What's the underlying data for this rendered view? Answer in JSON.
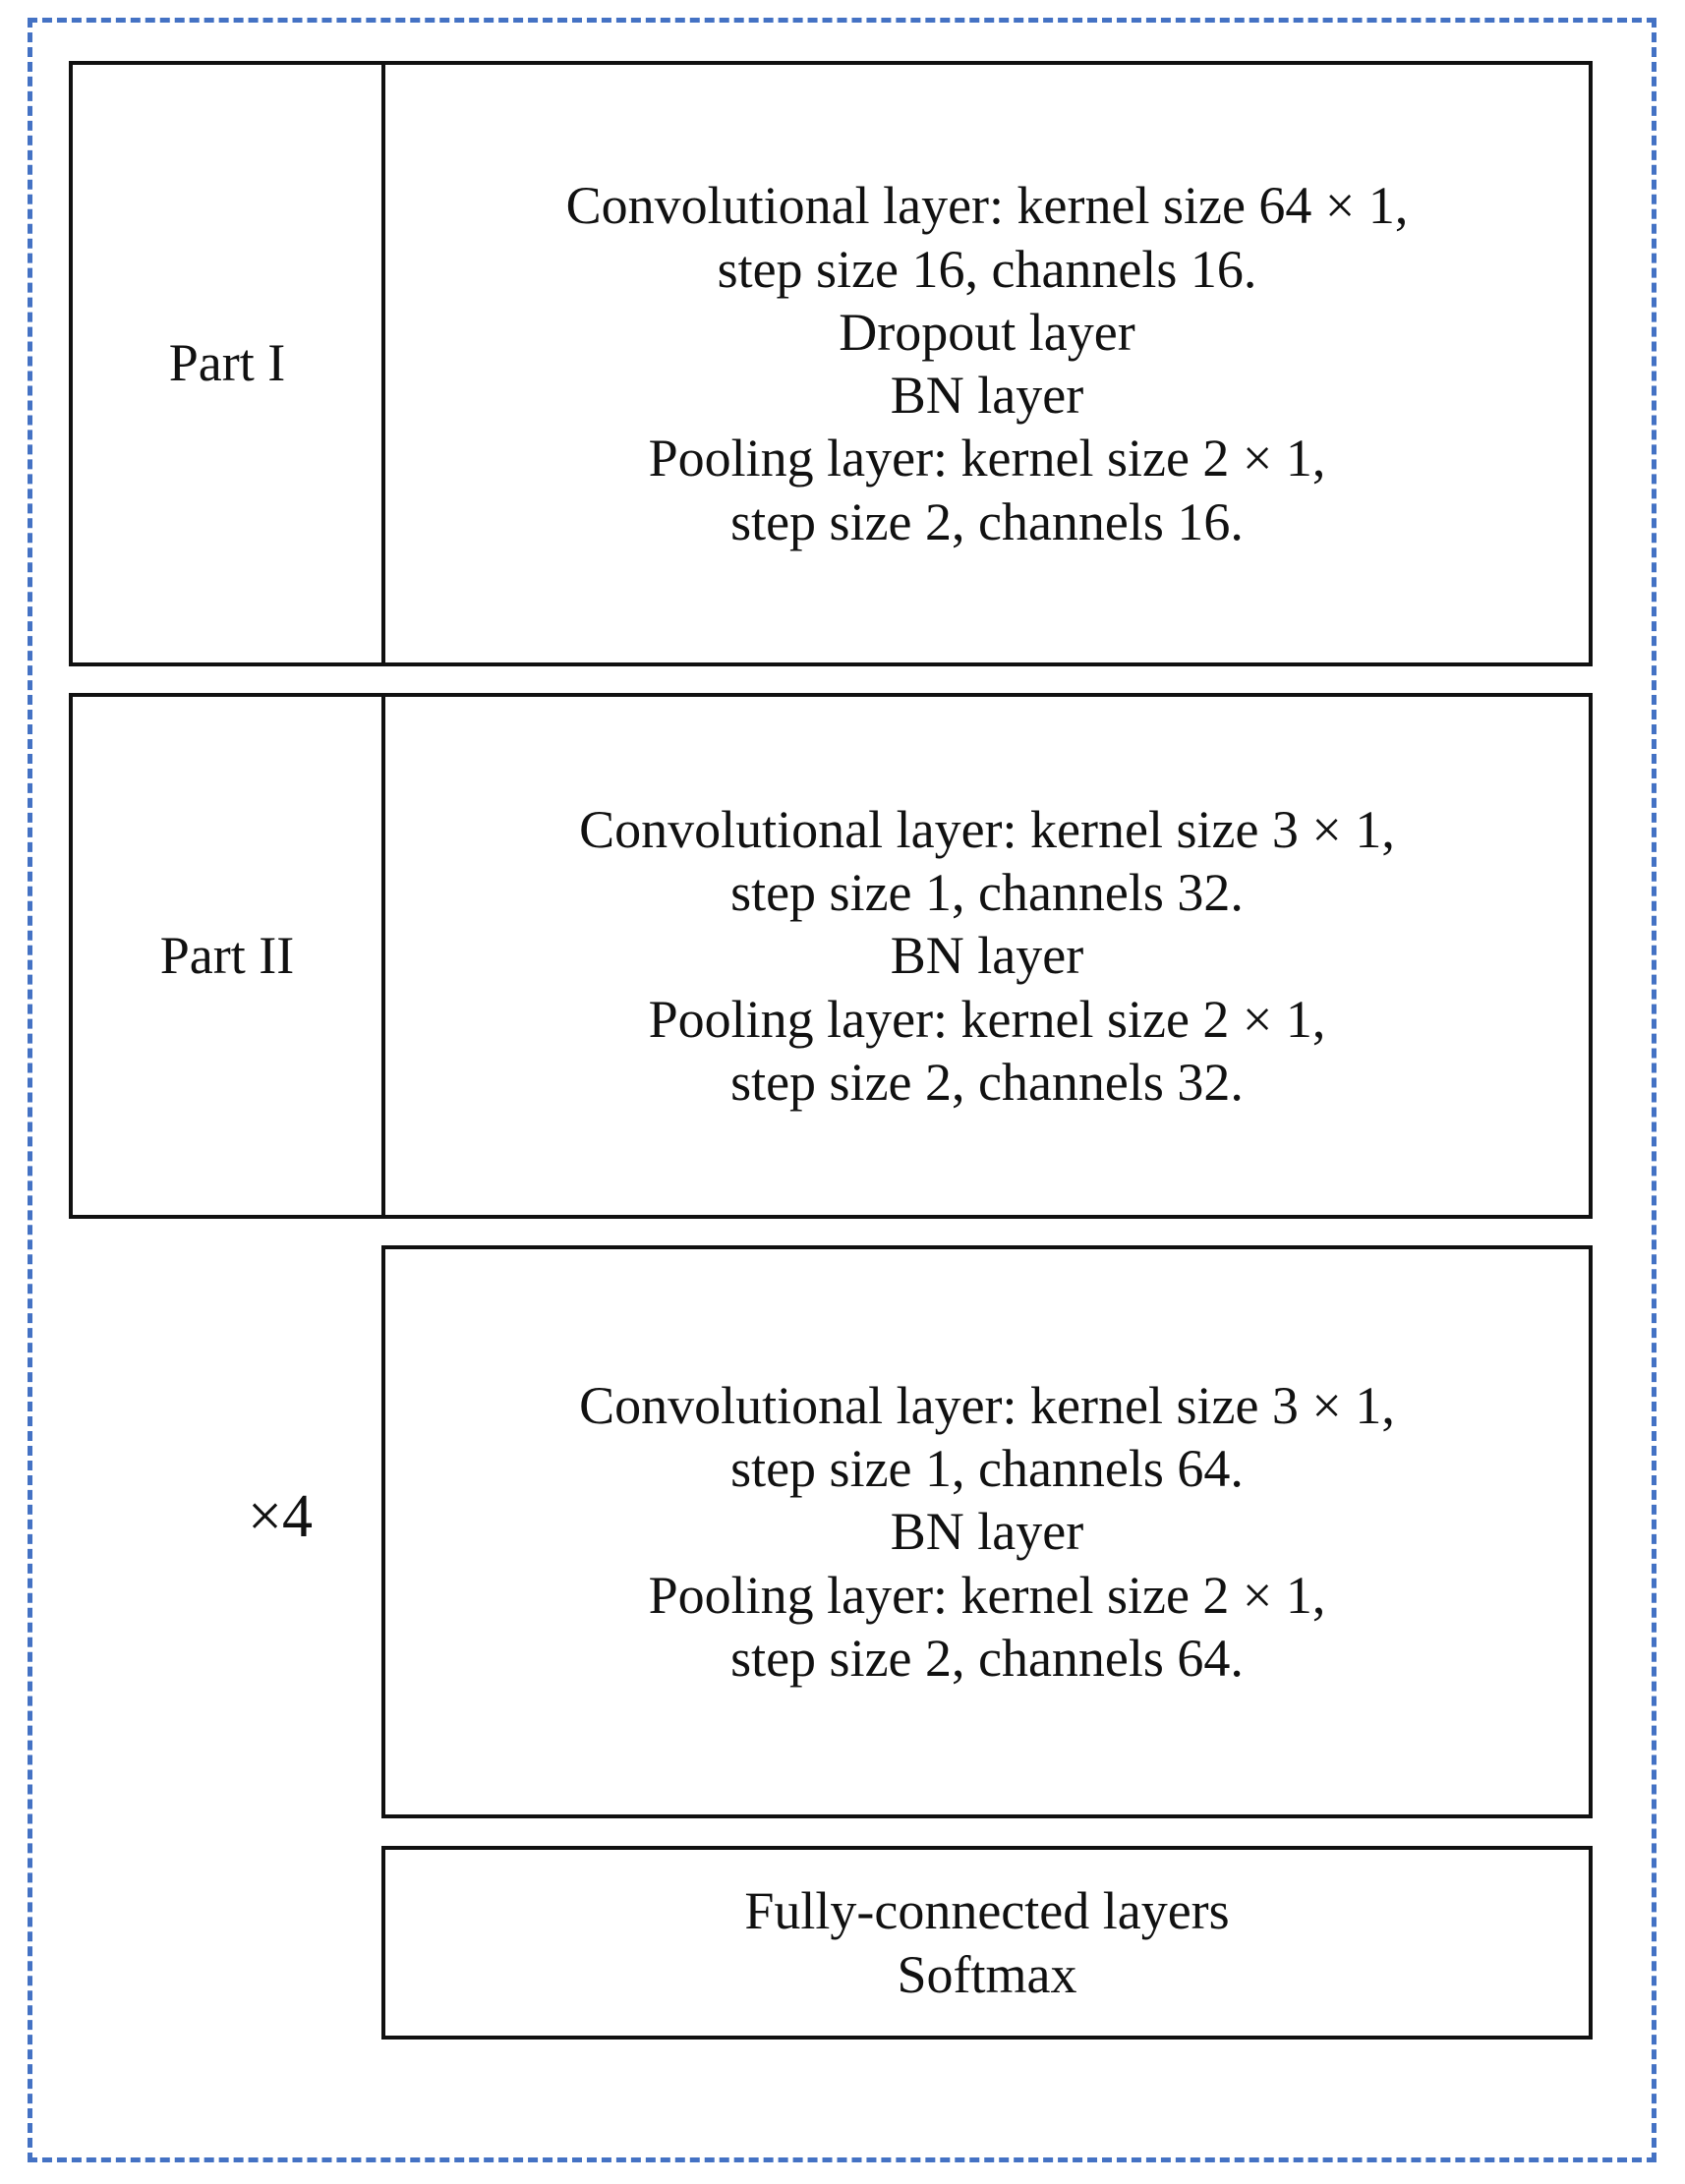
{
  "figure": {
    "boundary_style": "dashed",
    "boundary_color": "#4472C4",
    "line_color": "#111111"
  },
  "blocks": [
    {
      "id": "part-i",
      "label": "Part I",
      "lines": [
        "Convolutional layer: kernel size 64 × 1,",
        "step size 16, channels 16.",
        "Dropout layer",
        "BN layer",
        "Pooling layer: kernel size 2 × 1,",
        "step size  2,  channels 16."
      ]
    },
    {
      "id": "part-ii",
      "label": "Part II",
      "lines": [
        "Convolutional layer: kernel size 3 × 1,",
        "step size 1, channels 32.",
        "BN layer",
        "Pooling layer: kernel size 2 × 1,",
        "step size  2,  channels 32."
      ]
    },
    {
      "id": "repeat",
      "label": "×4",
      "lines": [
        "Convolutional layer: kernel size 3 × 1,",
        "step size 1, channels 64.",
        "BN layer",
        "Pooling layer: kernel size 2 × 1,",
        "step size  2,  channels 64."
      ]
    },
    {
      "id": "output",
      "label": "",
      "lines": [
        "Fully-connected layers",
        "Softmax"
      ]
    }
  ]
}
